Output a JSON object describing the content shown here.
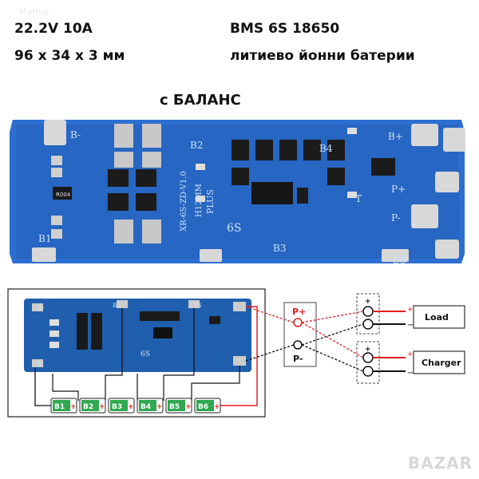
{
  "header": {
    "spec_line1": "22.2V 10A",
    "spec_line2": "96 x 34 x 3 мм",
    "model": "BMS 6S 18650",
    "cells_type": "литиево йонни батерии",
    "balance": "с БАЛАНС"
  },
  "board": {
    "pads": [
      "B-",
      "B1",
      "B2",
      "B3",
      "B4",
      "B5",
      "B+",
      "P+",
      "P-",
      "T"
    ],
    "silkscreen_model": "XR-6S-ZD-V1.0",
    "silkscreen_size": "H12MM",
    "silkscreen_plus": "PLUS",
    "silkscreen_cells": "6S",
    "chip_marking": "R004"
  },
  "diagram": {
    "terminal_pos": "P+",
    "terminal_neg": "P-",
    "load_label": "Load",
    "charger_label": "Charger",
    "plus": "+",
    "minus": "−",
    "cells": [
      "B1",
      "B2",
      "B3",
      "B4",
      "B5",
      "B6"
    ],
    "colors": {
      "positive": "#e02020",
      "negative": "#111111",
      "board": "#1f5fae",
      "cell": "#2fa84f"
    }
  },
  "watermark": "BAZAR",
  "logo": "Marmy"
}
